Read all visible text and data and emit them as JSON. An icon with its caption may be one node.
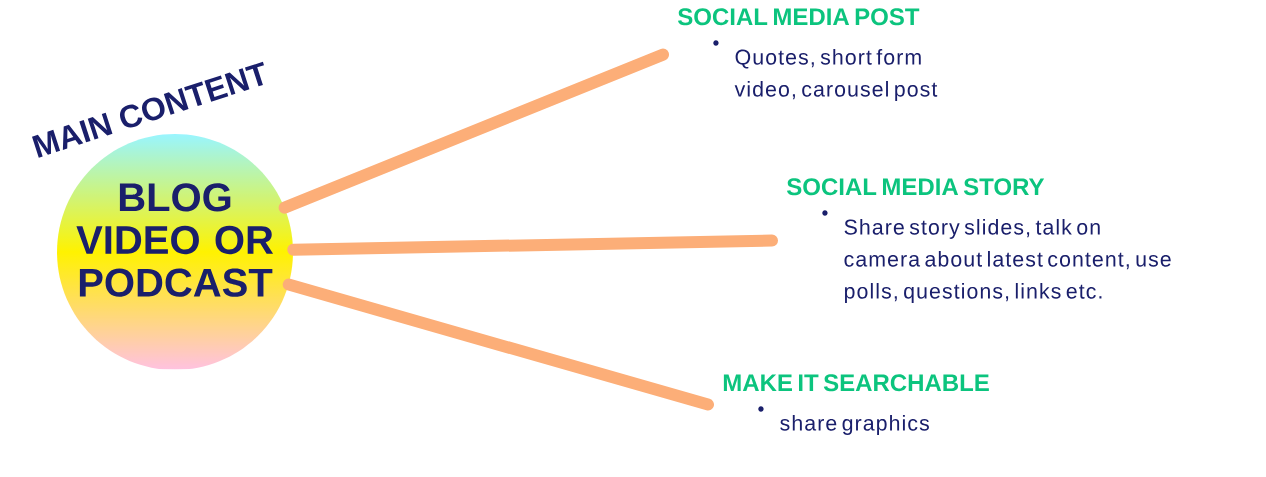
{
  "diagram": {
    "nodes": [
      {
        "text": [
          "MAIN CONTENT",
          "BLOG VIDEO OR PODCAST"
        ]
      },
      {
        "text": [
          "SOCIAL MEDIA POST",
          "Quotes, short form video, carousel post"
        ]
      },
      {
        "text": [
          "SOCIAL MEDIA STORY",
          "Share story slides, talk on camera about latest content, use polls, questions, links etc."
        ]
      },
      {
        "text": [
          "MAKE IT SEARCHABLE",
          "share graphics"
        ]
      }
    ],
    "edges": [
      {
        "from": 0,
        "to": 1,
        "arrow": "none"
      },
      {
        "from": 0,
        "to": 2,
        "arrow": "none"
      },
      {
        "from": 0,
        "to": 3,
        "arrow": "none"
      }
    ]
  }
}
